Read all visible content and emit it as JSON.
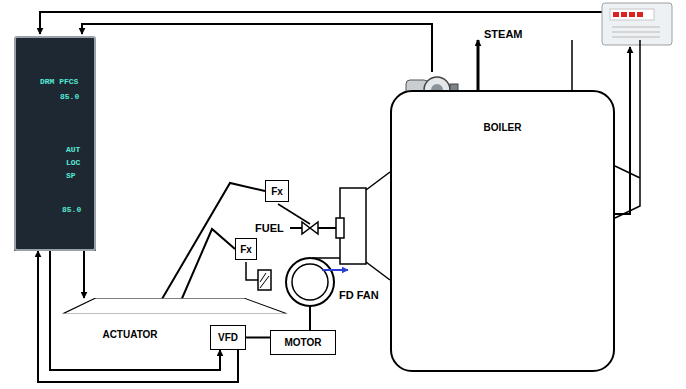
{
  "diagram": {
    "nodes": [
      {
        "text": [
          "DRM PFCS",
          "85.0",
          "AUT",
          "LOC",
          "SP",
          "85.0"
        ]
      },
      {
        "text": [
          "Fx"
        ]
      },
      {
        "text": [
          "Fx"
        ]
      },
      {
        "text": [
          "ACTUATOR"
        ]
      },
      {
        "text": [
          "VFD"
        ]
      },
      {
        "text": [
          "MOTOR"
        ]
      },
      {
        "text": [
          "BOILER"
        ]
      }
    ],
    "edges": [
      {
        "from": 0,
        "to": 3,
        "arrow": "to"
      },
      {
        "from": 0,
        "to": 4,
        "arrow": "to"
      },
      {
        "from": 4,
        "to": 0,
        "arrow": "to"
      },
      {
        "from": 3,
        "to": 1,
        "arrow": "none"
      },
      {
        "from": 3,
        "to": 2,
        "arrow": "none"
      },
      {
        "from": 4,
        "to": 5,
        "arrow": "none"
      }
    ],
    "labels": [
      "STEAM",
      "FUEL",
      "FD FAN"
    ]
  }
}
